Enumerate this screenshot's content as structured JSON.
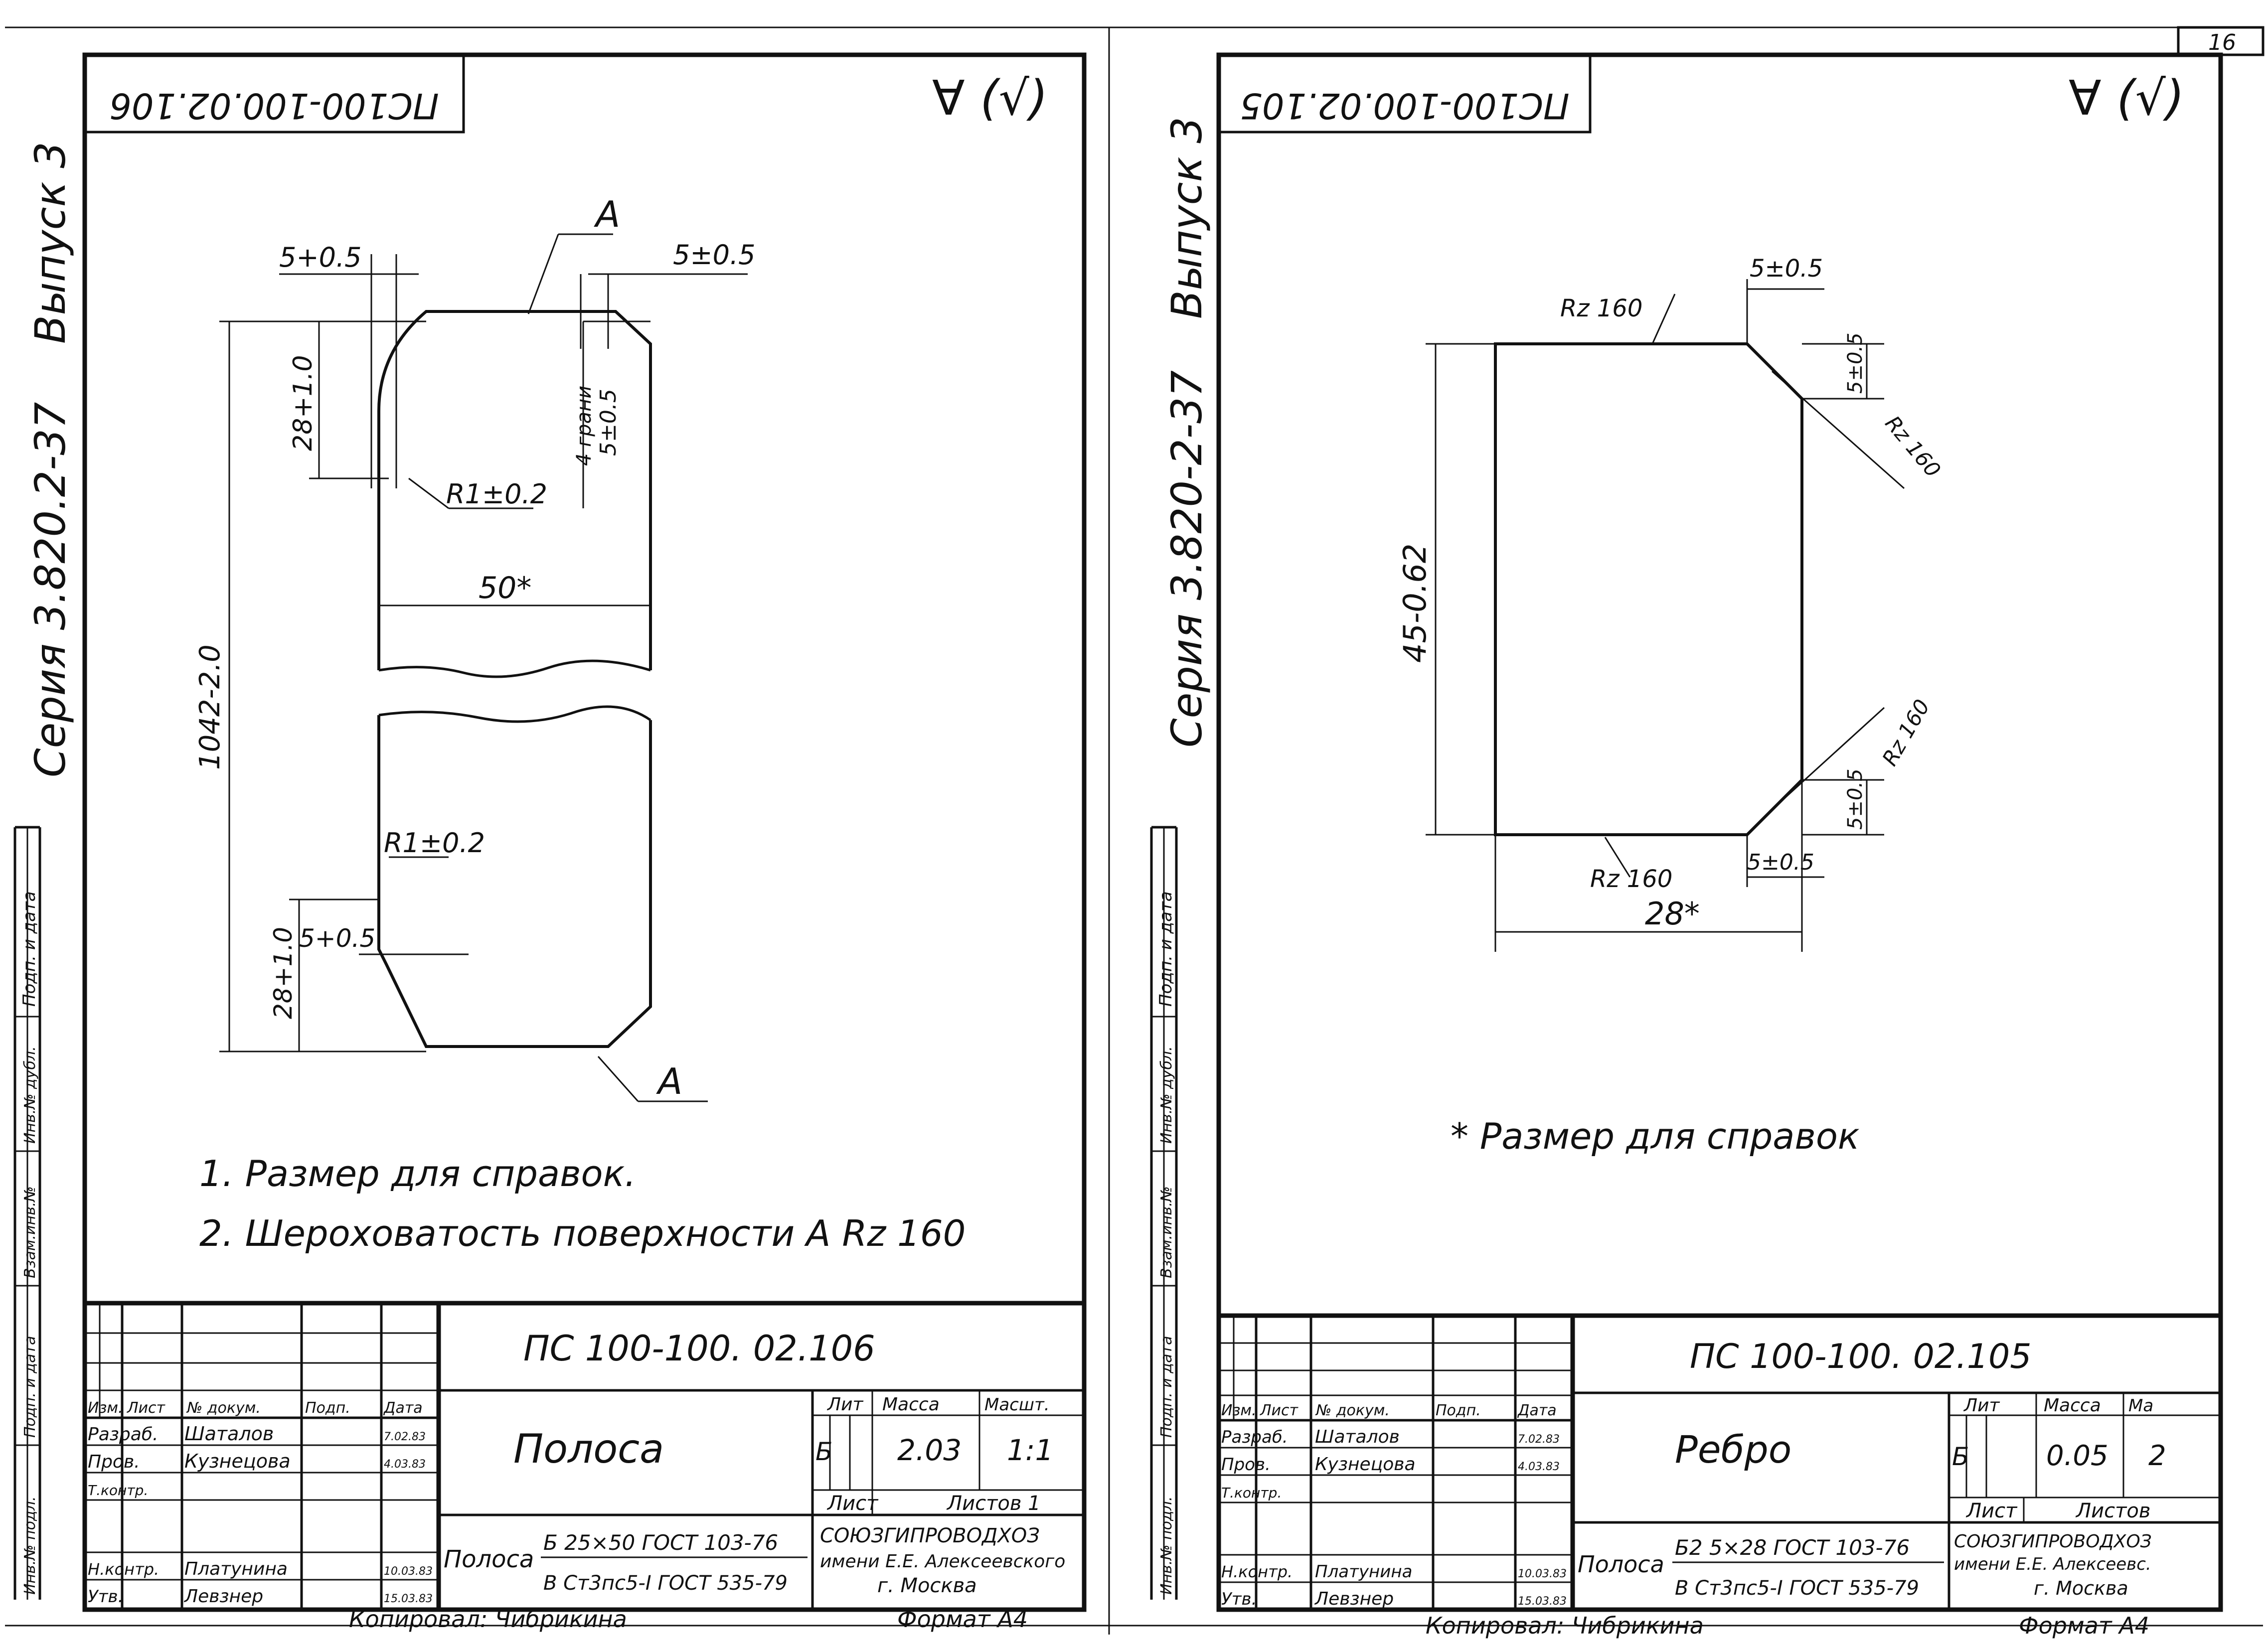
{
  "sheet_number": "16",
  "left_sheet": {
    "code_rotated": "ПС100-100.02.106",
    "margin_series": "Серия 3.820.2-37",
    "margin_issue": "Выпуск 3",
    "margin_labels": [
      "Подп. и дата",
      "Инв.№ дубл.",
      "Взам.инв.№",
      "Подп. и дата",
      "Инв.№ подл."
    ],
    "roughness_sign": "∀ (√)",
    "dims": {
      "top_left": "5+0.5",
      "top_right": "5±0.5",
      "section_mark_top": "А",
      "section_mark_bottom": "А",
      "height_top": "28+1.0",
      "chamfer_note": "4 грани",
      "chamfer_val": "5±0.5",
      "radius_top": "R1±0.2",
      "width": "50*",
      "length": "1042-2.0",
      "radius_bottom": "R1±0.2",
      "bottom_left": "5+0.5",
      "height_bottom": "28+1.0"
    },
    "notes": [
      "1. Размер для справок.",
      "2. Шероховатость поверхности А  Rz 160"
    ],
    "title_block": {
      "code": "ПС 100-100. 02.106",
      "name": "Полоса",
      "col_headers": [
        "Изм.",
        "Лист",
        "№ докум.",
        "Подп.",
        "Дата"
      ],
      "rows": [
        {
          "role": "Разраб.",
          "name": "Шаталов",
          "date": "7.02.83"
        },
        {
          "role": "Пров.",
          "name": "Кузнецова",
          "date": "4.03.83"
        },
        {
          "role": "Т.контр.",
          "name": "",
          "date": ""
        },
        {
          "role": "Н.контр.",
          "name": "Платунина",
          "date": "10.03.83"
        },
        {
          "role": "Утв.",
          "name": "Левзнер",
          "date": "15.03.83"
        }
      ],
      "lit_label": "Лит",
      "mass_label": "Масса",
      "scale_label": "Масшт.",
      "lit_value": "Б",
      "mass": "2.03",
      "scale": "1:1",
      "sheet_label": "Лист",
      "sheets_label": "Листов 1",
      "material_word": "Полоса",
      "material_top": "Б 25×50 ГОСТ 103-76",
      "material_bottom": "В Ст3пс5-I ГОСТ 535-79",
      "org_lines": [
        "СОЮЗГИПРОВОДХОЗ",
        "имени Е.Е. Алексеевского",
        "г. Москва"
      ]
    },
    "copied_by": "Копировал: Чибрикина",
    "format": "Формат А4"
  },
  "right_sheet": {
    "code_rotated": "ПС100-100.02.105",
    "margin_series": "Серия 3.820-2-37",
    "margin_issue": "Выпуск 3",
    "margin_labels": [
      "Подп. и дата",
      "Инв.№ дубл.",
      "Взам.инв.№",
      "Подп. и дата",
      "Инв.№ подл."
    ],
    "roughness_sign": "∀ (√)",
    "dims": {
      "rz_top": "Rz 160",
      "top_chamfer": "5±0.5",
      "right_top": "5±0.5",
      "rz_right_top": "Rz 160",
      "height": "45-0.62",
      "rz_right_bottom": "Rz 160",
      "right_bottom": "5±0.5",
      "rz_bottom": "Rz 160",
      "bottom_chamfer": "5±0.5",
      "width": "28*"
    },
    "notes": [
      "* Размер для справок"
    ],
    "title_block": {
      "code": "ПС 100-100. 02.105",
      "name": "Ребро",
      "col_headers": [
        "Изм.",
        "Лист",
        "№ докум.",
        "Подп.",
        "Дата"
      ],
      "rows": [
        {
          "role": "Разраб.",
          "name": "Шаталов",
          "date": "7.02.83"
        },
        {
          "role": "Пров.",
          "name": "Кузнецова",
          "date": "4.03.83"
        },
        {
          "role": "Т.контр.",
          "name": "",
          "date": ""
        },
        {
          "role": "Н.контр.",
          "name": "Платунина",
          "date": "10.03.83"
        },
        {
          "role": "Утв.",
          "name": "Левзнер",
          "date": "15.03.83"
        }
      ],
      "lit_label": "Лит",
      "mass_label": "Масса",
      "scale_label": "Ма",
      "lit_value": "Б",
      "mass": "0.05",
      "scale": "2",
      "sheet_label": "Лист",
      "sheets_label": "Листов",
      "material_word": "Полоса",
      "material_top": "Б2 5×28 ГОСТ 103-76",
      "material_bottom": "В Ст3пс5-I ГОСТ 535-79",
      "org_lines": [
        "СОЮЗГИПРОВОДХОЗ",
        "имени Е.Е. Алексеевс.",
        "г. Москва"
      ]
    },
    "copied_by": "Копировал: Чибрикина",
    "format": "Формат А4"
  }
}
